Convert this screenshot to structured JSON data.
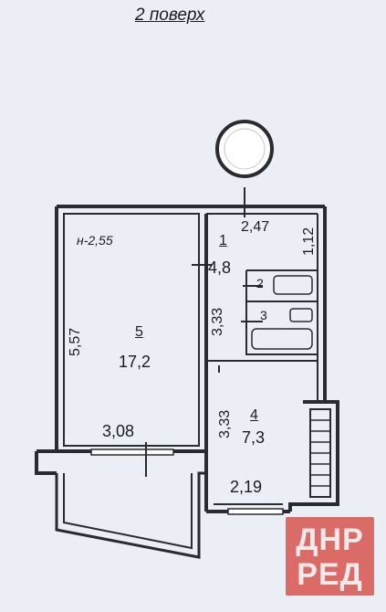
{
  "floor_title": "2 поверх",
  "ceiling_height": "н-2,55",
  "rooms": [
    {
      "number": "1",
      "area": "4,8"
    },
    {
      "number": "2"
    },
    {
      "number": "3"
    },
    {
      "number": "4",
      "area": "7,3"
    },
    {
      "number": "5",
      "area": "17,2"
    }
  ],
  "dimensions": {
    "hall_width": "2,47",
    "hall_depth": "1,12",
    "hall_length": "3,33",
    "kitchen_length": "3,33",
    "kitchen_width": "2,19",
    "room_length": "5,57",
    "room_width": "3,08"
  },
  "watermark": {
    "line1": "ДНР",
    "line2": "РЕД"
  },
  "colors": {
    "background": "#eceef6",
    "walls": "#2a2a33",
    "watermark": "#d7554e"
  }
}
